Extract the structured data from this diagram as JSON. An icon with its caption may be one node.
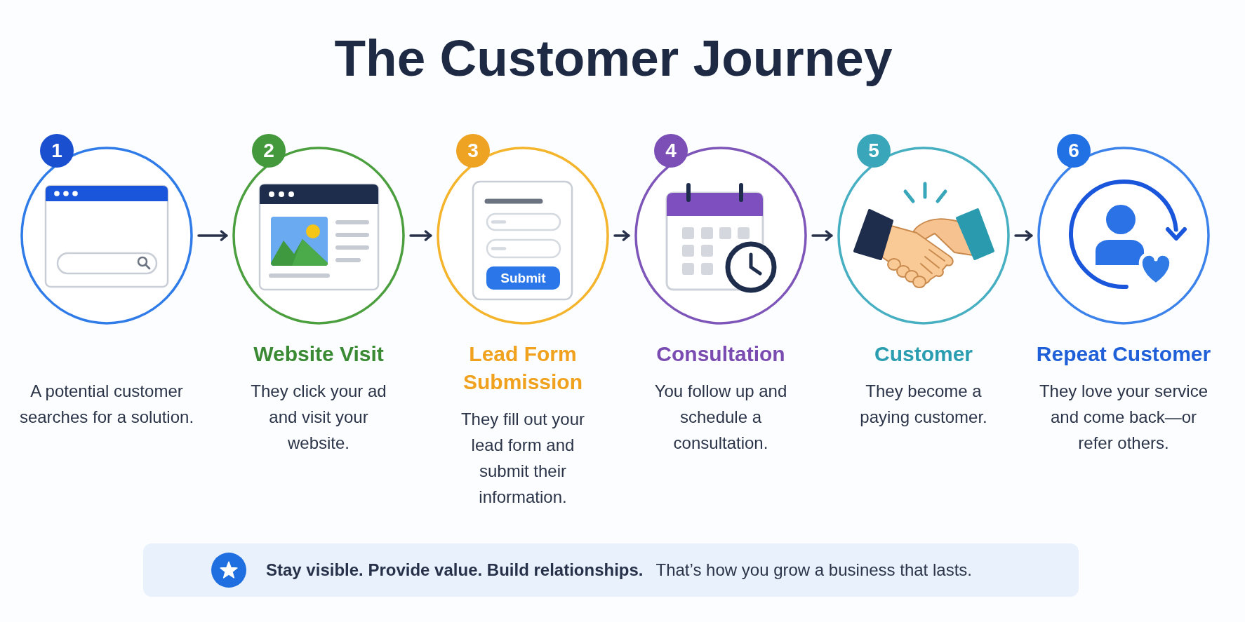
{
  "diagram": {
    "title": "The Customer Journey",
    "nodes": [
      {
        "text": [
          "1"
        ]
      },
      {
        "text": [
          "A potential customer searches for a solution."
        ]
      },
      {
        "text": [
          "2"
        ]
      },
      {
        "text": [
          "Website Visit",
          "They click your ad and visit your website."
        ]
      },
      {
        "text": [
          "3"
        ]
      },
      {
        "text": [
          "Lead Form Submission",
          "They fill out your lead form and submit their information."
        ]
      },
      {
        "text": [
          "Submit"
        ],
        "in": 5
      },
      {
        "text": [
          "4"
        ]
      },
      {
        "text": [
          "Consultation",
          "You follow up and schedule a consultation."
        ]
      },
      {
        "text": [
          "5"
        ]
      },
      {
        "text": [
          "Customer",
          "They become a paying customer."
        ]
      },
      {
        "text": [
          "6"
        ]
      },
      {
        "text": [
          "Repeat Customer",
          "They love your service and come back—or refer others."
        ]
      },
      {
        "text": [
          "Stay visible. Provide value. Build relationships.",
          "That’s how you grow a business that lasts."
        ]
      }
    ],
    "edges": [
      {
        "from": 1,
        "to": 3,
        "arrow": "to"
      },
      {
        "from": 3,
        "to": 5,
        "arrow": "to"
      },
      {
        "from": 5,
        "to": 8,
        "arrow": "to"
      },
      {
        "from": 8,
        "to": 10,
        "arrow": "to"
      },
      {
        "from": 10,
        "to": 12,
        "arrow": "to"
      }
    ]
  }
}
